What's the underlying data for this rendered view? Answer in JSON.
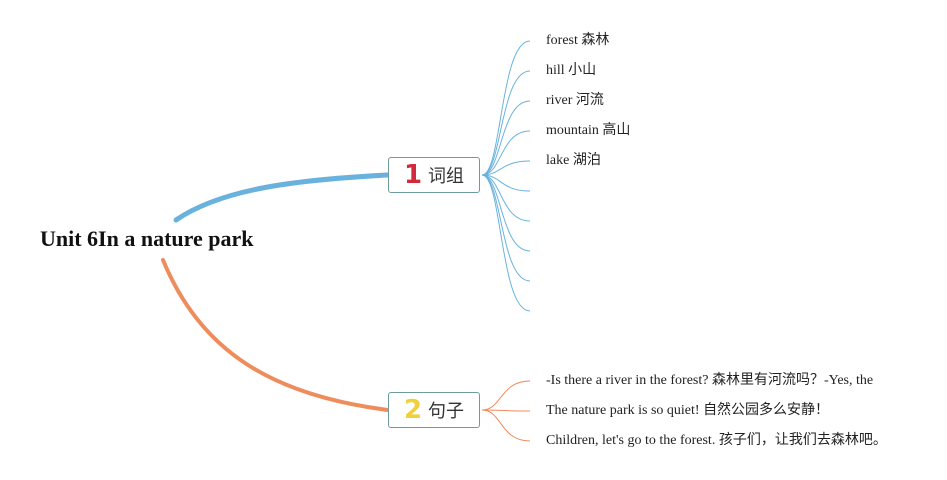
{
  "root": {
    "title": "Unit 6In a nature park"
  },
  "branches": [
    {
      "number": "1",
      "label": "词组",
      "color": "#6ab2de",
      "number_color": "#d22a3c",
      "leaves": [
        "forest 森林",
        "hill 小山",
        "river 河流",
        "mountain 高山",
        "lake 湖泊",
        "",
        "",
        "",
        "",
        ""
      ]
    },
    {
      "number": "2",
      "label": "句子",
      "color": "#ef8c5c",
      "number_color": "#f2d03b",
      "leaves": [
        "-Is there a river in the forest? 森林里有河流吗？-Yes, the",
        "The nature park is so quiet! 自然公园多么安静！",
        "Children, let's go to the forest. 孩子们，让我们去森林吧。"
      ]
    }
  ]
}
